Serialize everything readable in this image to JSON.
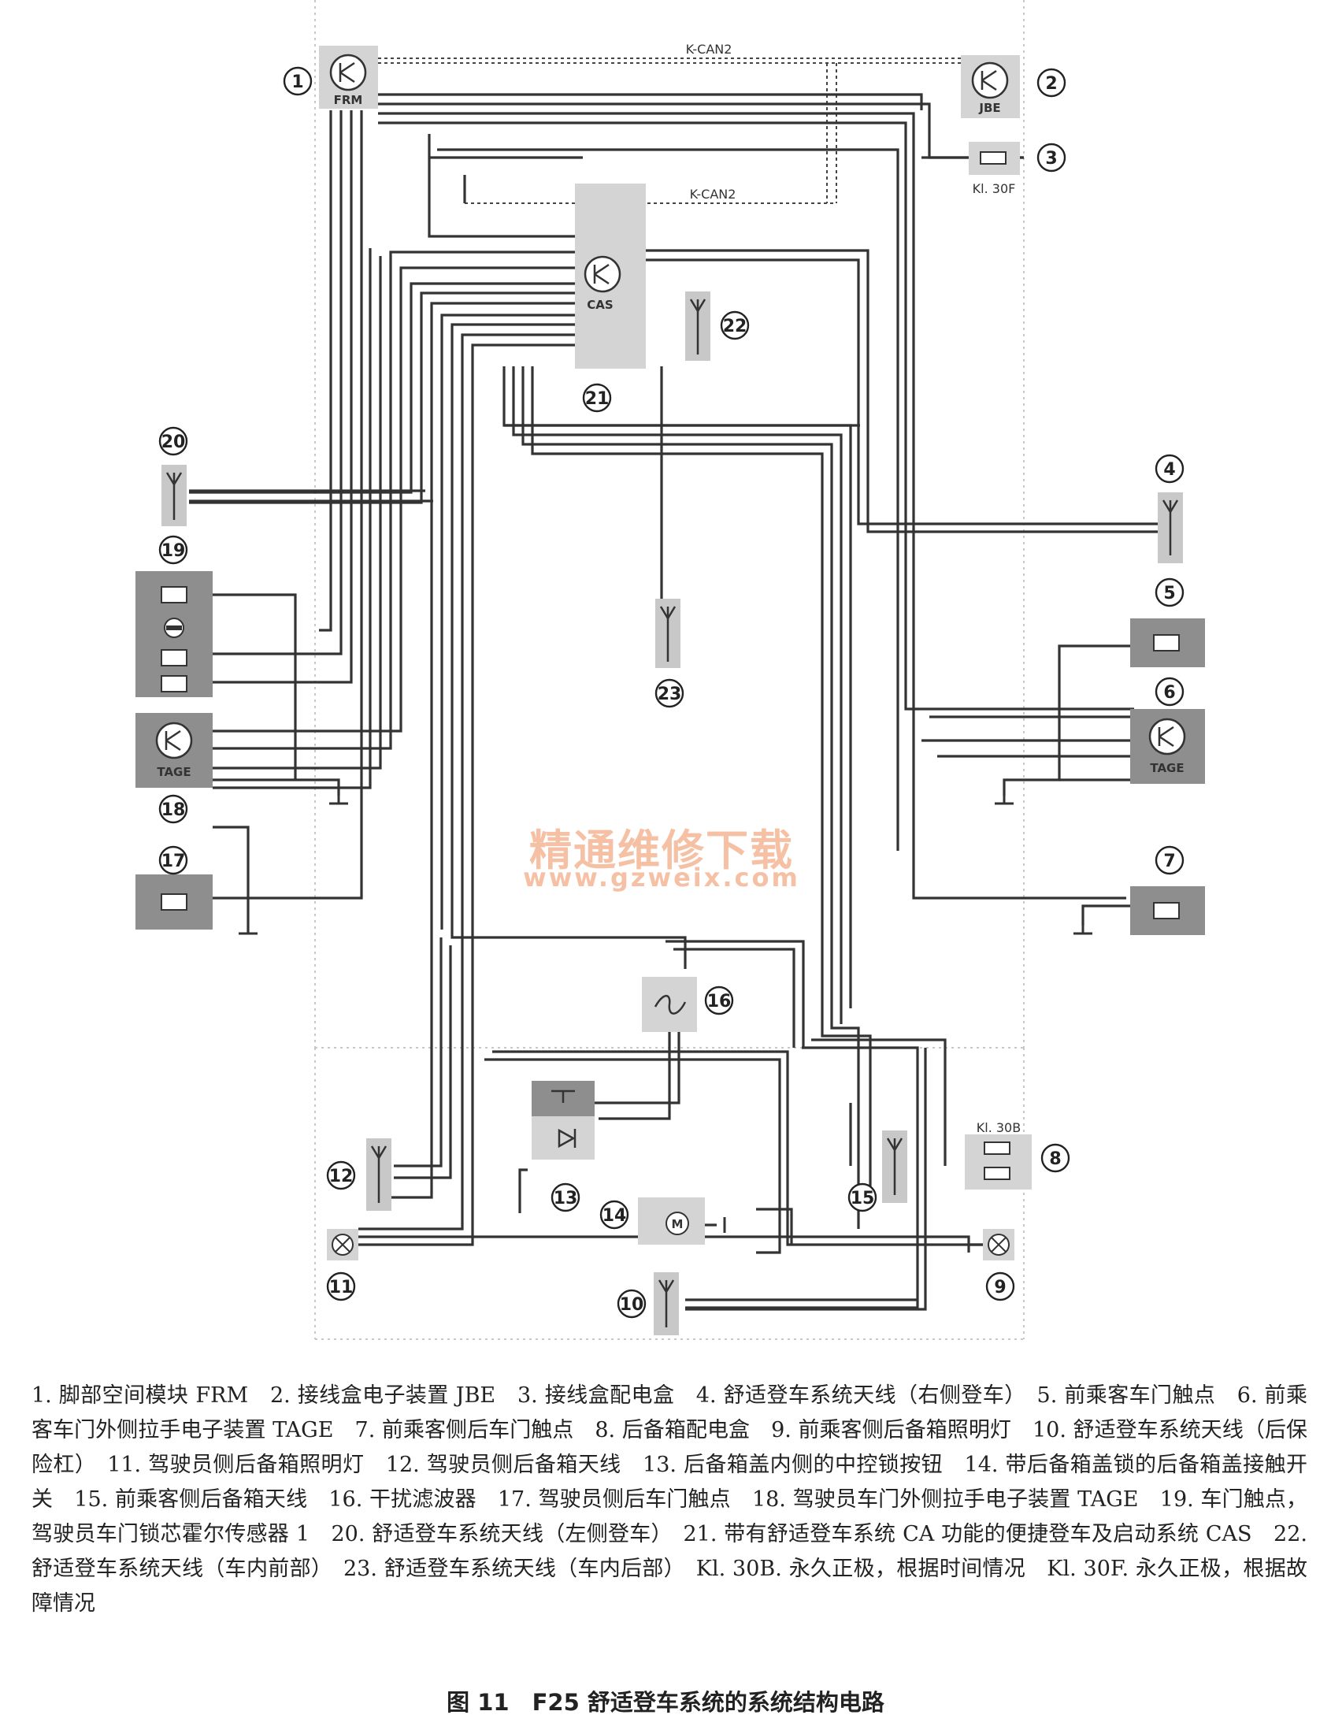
{
  "labels": {
    "bus_top": "K-CAN2",
    "bus_mid": "K-CAN2",
    "fuse_30f": "Kl. 30F",
    "fuse_30b": "Kl. 30B"
  },
  "boxes": {
    "frm": "FRM",
    "jbe": "JBE",
    "cas": "CAS",
    "tage_left": "TAGE",
    "tage_right": "TAGE"
  },
  "numbers": [
    "1",
    "2",
    "3",
    "4",
    "5",
    "6",
    "7",
    "8",
    "9",
    "10",
    "11",
    "12",
    "13",
    "14",
    "15",
    "16",
    "17",
    "18",
    "19",
    "20",
    "21",
    "22",
    "23"
  ],
  "watermark": {
    "title": "精通维修下载",
    "url": "www.gzweix.com"
  },
  "legend_text": "1. 脚部空间模块 FRM　2. 接线盒电子装置 JBE　3. 接线盒配电盒　4. 舒适登车系统天线（右侧登车）　5. 前乘客车门触点　6. 前乘客车门外侧拉手电子装置 TAGE　7. 前乘客侧后车门触点　8. 后备箱配电盒　9. 前乘客侧后备箱照明灯　10. 舒适登车系统天线（后保险杠）　11. 驾驶员侧后备箱照明灯　12. 驾驶员侧后备箱天线　13. 后备箱盖内侧的中控锁按钮　14. 带后备箱盖锁的后备箱盖接触开关　15. 前乘客侧后备箱天线　16. 干扰滤波器　17. 驾驶员侧后车门触点　18. 驾驶员车门外侧拉手电子装置 TAGE　19. 车门触点，驾驶员车门锁芯霍尔传感器 1　20. 舒适登车系统天线（左侧登车）　21. 带有舒适登车系统 CA 功能的便捷登车及启动系统 CAS　22. 舒适登车系统天线（车内前部）　23. 舒适登车系统天线（车内后部）　Kl. 30B. 永久正极，根据时间情况　Kl. 30F. 永久正极，根据故障情况",
  "caption": "图 11　F25 舒适登车系统的系统结构电路"
}
